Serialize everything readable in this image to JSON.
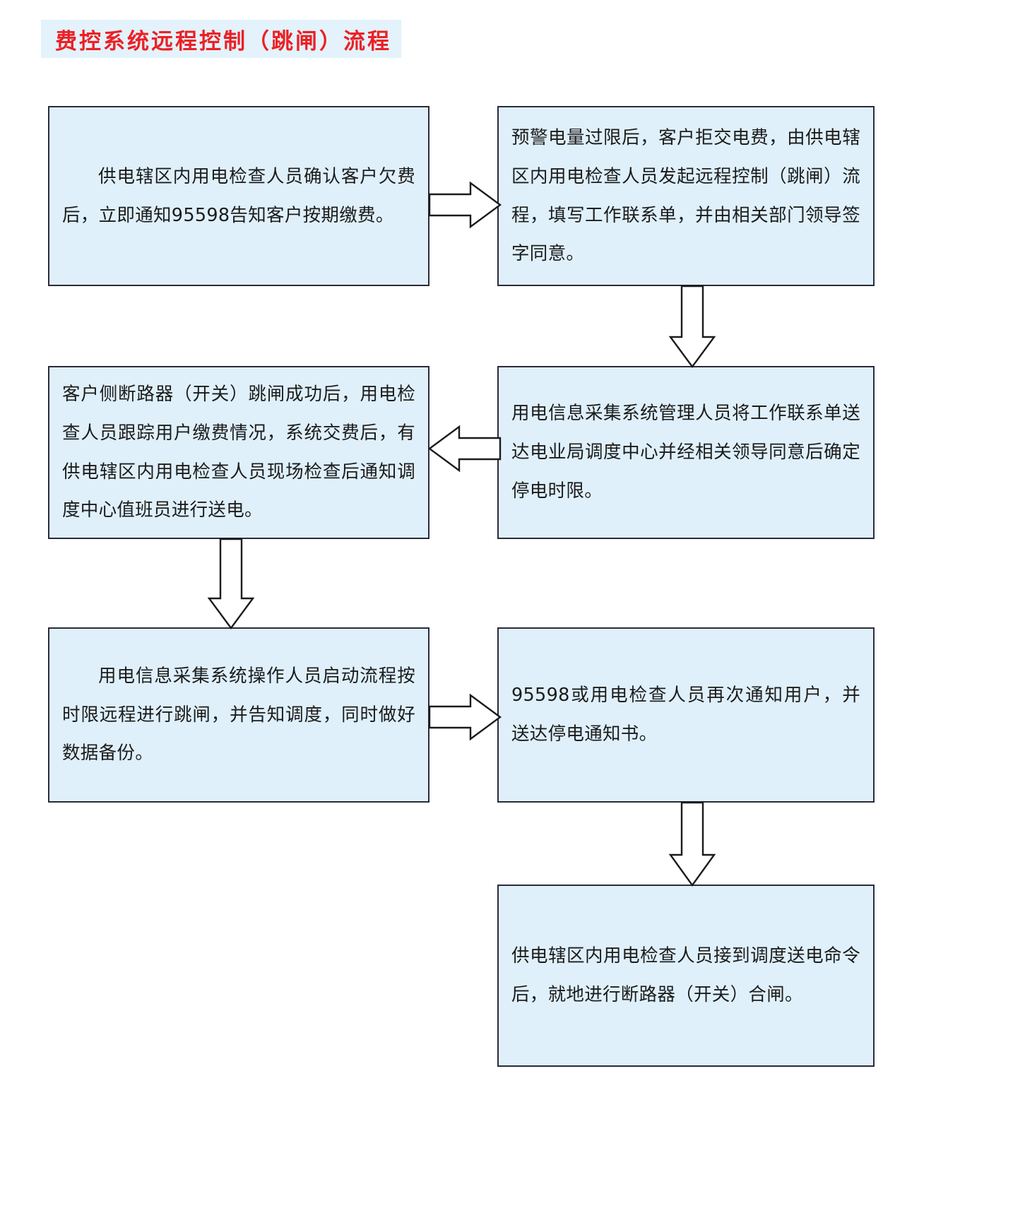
{
  "title": {
    "text": "费控系统远程控制（跳闸）流程",
    "color": "#ec2024",
    "banner_color": "#e3f2fb"
  },
  "theme": {
    "node_fill": "#dff0fb",
    "node_border": "#2b2b38",
    "arrow_stroke": "#1b1b1b",
    "arrow_fill": "#ffffff"
  },
  "flow": {
    "nodes": [
      {
        "id": "node-1",
        "order": 1,
        "text": "供电辖区内用电检查人员确认客户欠费后，立即通知95598告知客户按期缴费。"
      },
      {
        "id": "node-2",
        "order": 2,
        "text": "预警电量过限后，客户拒交电费，由供电辖区内用电检查人员发起远程控制（跳闸）流程，填写工作联系单，并由相关部门领导签字同意。"
      },
      {
        "id": "node-3",
        "order": 6,
        "text": "客户侧断路器（开关）跳闸成功后，用电检查人员跟踪用户缴费情况，系统交费后，有供电辖区内用电检查人员现场检查后通知调度中心值班员进行送电。"
      },
      {
        "id": "node-4",
        "order": 3,
        "text": "用电信息采集系统管理人员将工作联系单送达电业局调度中心并经相关领导同意后确定停电时限。"
      },
      {
        "id": "node-5",
        "order": 4,
        "text": "用电信息采集系统操作人员启动流程按时限远程进行跳闸，并告知调度，同时做好数据备份。"
      },
      {
        "id": "node-6",
        "order": 5,
        "text": "95598或用电检查人员再次通知用户，并送达停电通知书。"
      },
      {
        "id": "node-7",
        "order": 7,
        "text": "供电辖区内用电检查人员接到调度送电命令后，就地进行断路器（开关）合闸。"
      }
    ],
    "connectors": [
      {
        "id": "arrow-1-2",
        "from": "node-1",
        "to": "node-2",
        "direction": "right"
      },
      {
        "id": "arrow-2-4",
        "from": "node-2",
        "to": "node-4",
        "direction": "down"
      },
      {
        "id": "arrow-4-3",
        "from": "node-4",
        "to": "node-3",
        "direction": "left"
      },
      {
        "id": "arrow-3-5",
        "from": "node-3",
        "to": "node-5",
        "direction": "down"
      },
      {
        "id": "arrow-5-6",
        "from": "node-5",
        "to": "node-6",
        "direction": "right"
      },
      {
        "id": "arrow-6-7",
        "from": "node-6",
        "to": "node-7",
        "direction": "down"
      }
    ]
  }
}
